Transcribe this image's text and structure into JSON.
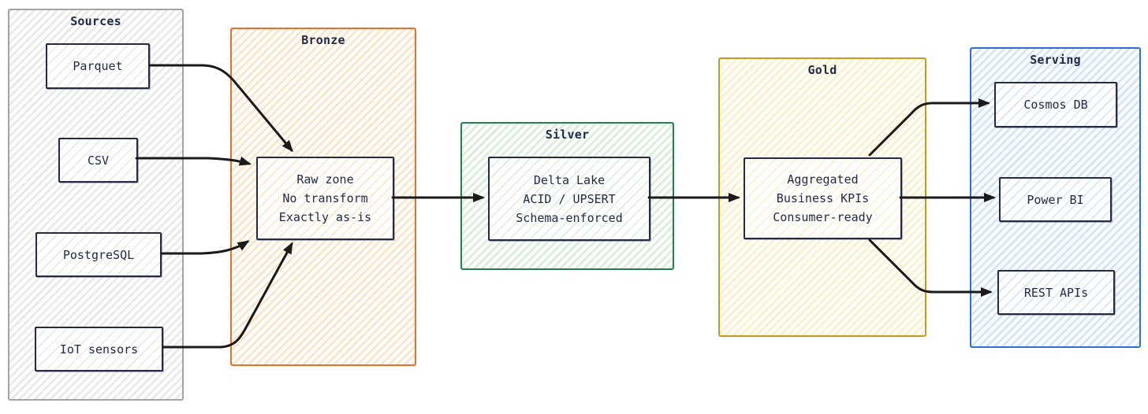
{
  "containers": {
    "sources": {
      "title": "Sources"
    },
    "bronze": {
      "title": "Bronze"
    },
    "silver": {
      "title": "Silver"
    },
    "gold": {
      "title": "Gold"
    },
    "serving": {
      "title": "Serving"
    }
  },
  "nodes": {
    "parquet": {
      "label": "Parquet"
    },
    "csv": {
      "label": "CSV"
    },
    "postgresql": {
      "label": "PostgreSQL"
    },
    "iot": {
      "label": "IoT sensors"
    },
    "raw_zone": {
      "lines": [
        "Raw zone",
        "No transform",
        "Exactly as-is"
      ]
    },
    "delta_lake": {
      "lines": [
        "Delta Lake",
        "ACID / UPSERT",
        "Schema-enforced"
      ]
    },
    "aggregated": {
      "lines": [
        "Aggregated",
        "Business KPIs",
        "Consumer-ready"
      ]
    },
    "cosmos": {
      "label": "Cosmos DB"
    },
    "powerbi": {
      "label": "Power BI"
    },
    "rest": {
      "label": "REST APIs"
    }
  },
  "edges": [
    {
      "from": "Parquet",
      "to": "Raw zone"
    },
    {
      "from": "CSV",
      "to": "Raw zone"
    },
    {
      "from": "PostgreSQL",
      "to": "Raw zone"
    },
    {
      "from": "IoT sensors",
      "to": "Raw zone"
    },
    {
      "from": "Raw zone",
      "to": "Delta Lake"
    },
    {
      "from": "Delta Lake",
      "to": "Aggregated"
    },
    {
      "from": "Aggregated",
      "to": "Cosmos DB"
    },
    {
      "from": "Aggregated",
      "to": "Power BI"
    },
    {
      "from": "Aggregated",
      "to": "REST APIs"
    }
  ],
  "colors": {
    "sources_border": "#a3a3a3",
    "sources_tint": "#e9e9e9",
    "bronze_border": "#e4722c",
    "bronze_tint": "#fae5ca",
    "silver_border": "#24804c",
    "silver_tint": "#dcecdc",
    "gold_border": "#c79a1c",
    "gold_tint": "#faf0cf",
    "serving_border": "#2f6fd2",
    "serving_tint": "#d4e4f6",
    "node_border": "#252a45",
    "text": "#232a45",
    "arrow": "#1a1a1a"
  }
}
